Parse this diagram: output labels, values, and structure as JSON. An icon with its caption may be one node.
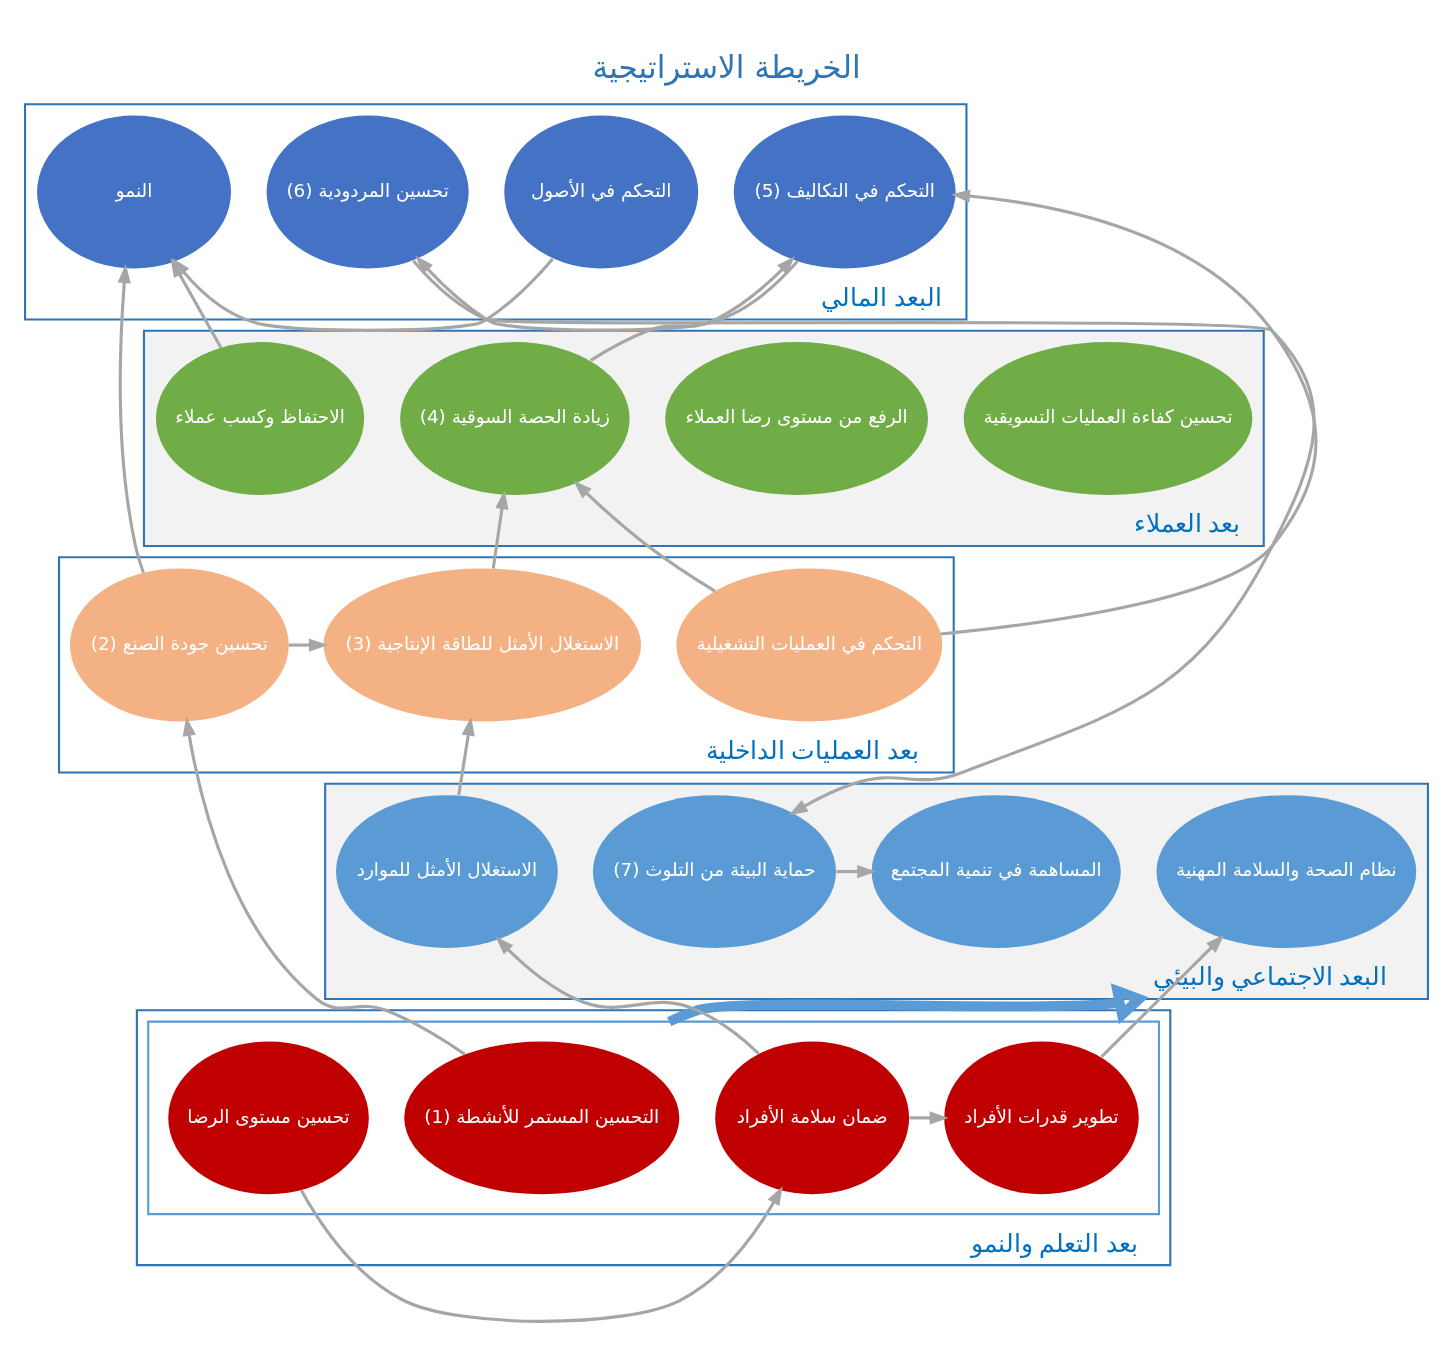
{
  "diagram": {
    "title": "الخريطة الاستراتيجية",
    "nodes": [
      {
        "text": [
          "البعد المالي"
        ]
      },
      {
        "text": [
          "التحكم في الأصول"
        ],
        "in": 0
      },
      {
        "text": [
          "النمو"
        ],
        "in": 0
      },
      {
        "text": [
          "تحسين المردودية (6)"
        ],
        "in": 0
      },
      {
        "text": [
          "التحكم في التكاليف (5)"
        ],
        "in": 0
      },
      {
        "text": [
          "بعد العملاء"
        ]
      },
      {
        "text": [
          "تحسين كفاءة العمليات التسويقية"
        ],
        "in": 5
      },
      {
        "text": [
          "الرفع من مستوى رضا العملاء"
        ],
        "in": 5
      },
      {
        "text": [
          "الاحتفاظ وكسب عملاء"
        ],
        "in": 5
      },
      {
        "text": [
          "زيادة الحصة السوقية (4)"
        ],
        "in": 5
      },
      {
        "text": [
          "بعد العمليات الداخلية"
        ]
      },
      {
        "text": [
          "تحسين جودة الصنع (2)"
        ],
        "in": 10
      },
      {
        "text": [
          "الاستغلال الأمثل للطاقة الإنتاجية (3)"
        ],
        "in": 10
      },
      {
        "text": [
          "التحكم في العمليات التشغيلية"
        ],
        "in": 10
      },
      {
        "text": [
          "البعد الاجتماعي والبيئي"
        ]
      },
      {
        "text": [
          "نظام الصحة والسلامة المهنية"
        ],
        "in": 14
      },
      {
        "text": [
          "المساهمة في تنمية المجتمع"
        ],
        "in": 14
      },
      {
        "text": [
          "حماية البيئة من التلوث (7)"
        ],
        "in": 14
      },
      {
        "text": [
          "الاستغلال الأمثل للموارد"
        ],
        "in": 14
      },
      {
        "text": [
          "بعد التعلم والنمو"
        ]
      },
      {
        "text": [],
        "shape": "box",
        "in": 19
      },
      {
        "text": [
          "التحسين المستمر للأنشطة (1)"
        ],
        "in": 20
      },
      {
        "text": [
          "تطوير قدرات الأفراد"
        ],
        "in": 20
      },
      {
        "text": [
          "ضمان سلامة الأفراد"
        ],
        "in": 20
      },
      {
        "text": [
          "تحسين مستوى الرضا"
        ],
        "in": 20
      }
    ],
    "edges": [
      {
        "from": 1,
        "to": 2,
        "arrow": "to"
      },
      {
        "from": 4,
        "to": 3,
        "arrow": "to"
      },
      {
        "from": 8,
        "to": 2,
        "arrow": "to"
      },
      {
        "from": 9,
        "to": 4,
        "arrow": "to"
      },
      {
        "from": 11,
        "to": 2,
        "arrow": "to"
      },
      {
        "from": 11,
        "to": 12,
        "arrow": "to"
      },
      {
        "from": 12,
        "to": 9,
        "arrow": "to"
      },
      {
        "from": 13,
        "to": 4,
        "arrow": "to"
      },
      {
        "from": 13,
        "to": 9,
        "arrow": "to"
      },
      {
        "from": 3,
        "to": 17,
        "arrow": "to"
      },
      {
        "from": 18,
        "to": 12,
        "arrow": "to"
      },
      {
        "from": 17,
        "to": 16,
        "arrow": "to"
      },
      {
        "from": 23,
        "to": 18,
        "arrow": "to"
      },
      {
        "from": 24,
        "to": 23,
        "arrow": "to"
      },
      {
        "from": 23,
        "to": 22,
        "arrow": "to"
      },
      {
        "from": 22,
        "to": 15,
        "arrow": "to"
      },
      {
        "from": 21,
        "to": 11,
        "arrow": "to"
      },
      {
        "from": 20,
        "to": 14,
        "arrow": "to",
        "style": "thick",
        "color": "#5b9bd5"
      }
    ]
  }
}
